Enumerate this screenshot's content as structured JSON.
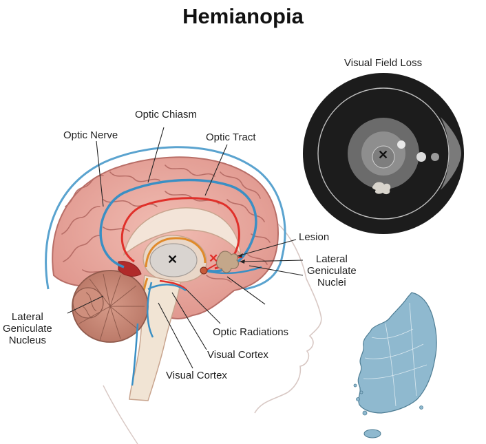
{
  "title": "Hemianopia",
  "visual_field": {
    "title": "Visual Field Loss",
    "center_mark": "✕"
  },
  "brain": {
    "center_mark": "✕",
    "lesion_mark": "✕"
  },
  "labels": {
    "optic_chiasm": "Optic Chiasm",
    "optic_nerve": "Optic Nerve",
    "optic_tract": "Optic Tract",
    "lesion": "Lesion",
    "lgn_right": [
      "Lateral",
      "Geniculate",
      "Nuclei"
    ],
    "lgn_left": [
      "Lateral",
      "Geniculate",
      "Nucleus"
    ],
    "optic_radiations": "Optic Radiations",
    "visual_cortex_1": "Visual Cortex",
    "visual_cortex_2": "Visual Cortex"
  },
  "colors": {
    "brain_fill": "#eaa9a0",
    "brain_fold": "#b86e67",
    "blue_path": "#3a8fc4",
    "red_path": "#e0302a",
    "lesion_fill": "#c4a78a",
    "field_dark": "#1c1c1c",
    "map_fill": "#8fb9cf"
  }
}
